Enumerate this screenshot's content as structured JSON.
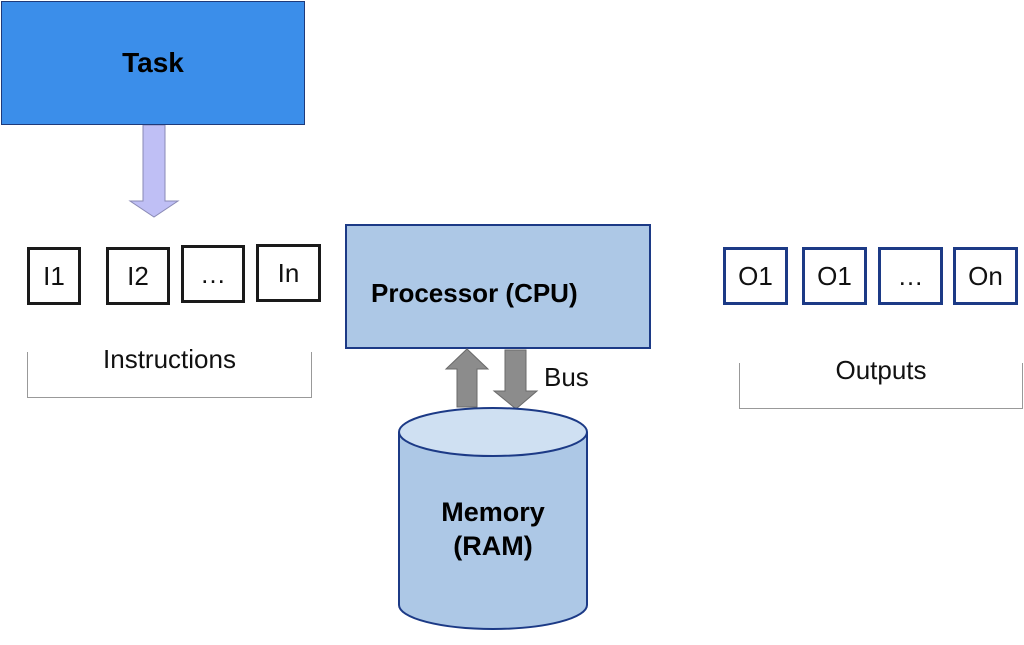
{
  "task": {
    "label": "Task"
  },
  "instructions": {
    "items": [
      "I1",
      "I2",
      "…",
      "In"
    ],
    "group_label": "Instructions"
  },
  "processor": {
    "label": "Processor (CPU)"
  },
  "bus": {
    "label": "Bus"
  },
  "memory": {
    "line1": "Memory",
    "line2": "(RAM)"
  },
  "outputs": {
    "items": [
      "O1",
      "O1",
      "…",
      "On"
    ],
    "group_label": "Outputs"
  },
  "colors": {
    "task_fill": "#3b8eea",
    "box_fill": "#adc8e6",
    "cylinder_top": "#cfe0f2",
    "arrow_down_fill": "#bfbff5",
    "bus_arrow_fill": "#8c8c8c",
    "navy_border": "#1c3a86"
  }
}
